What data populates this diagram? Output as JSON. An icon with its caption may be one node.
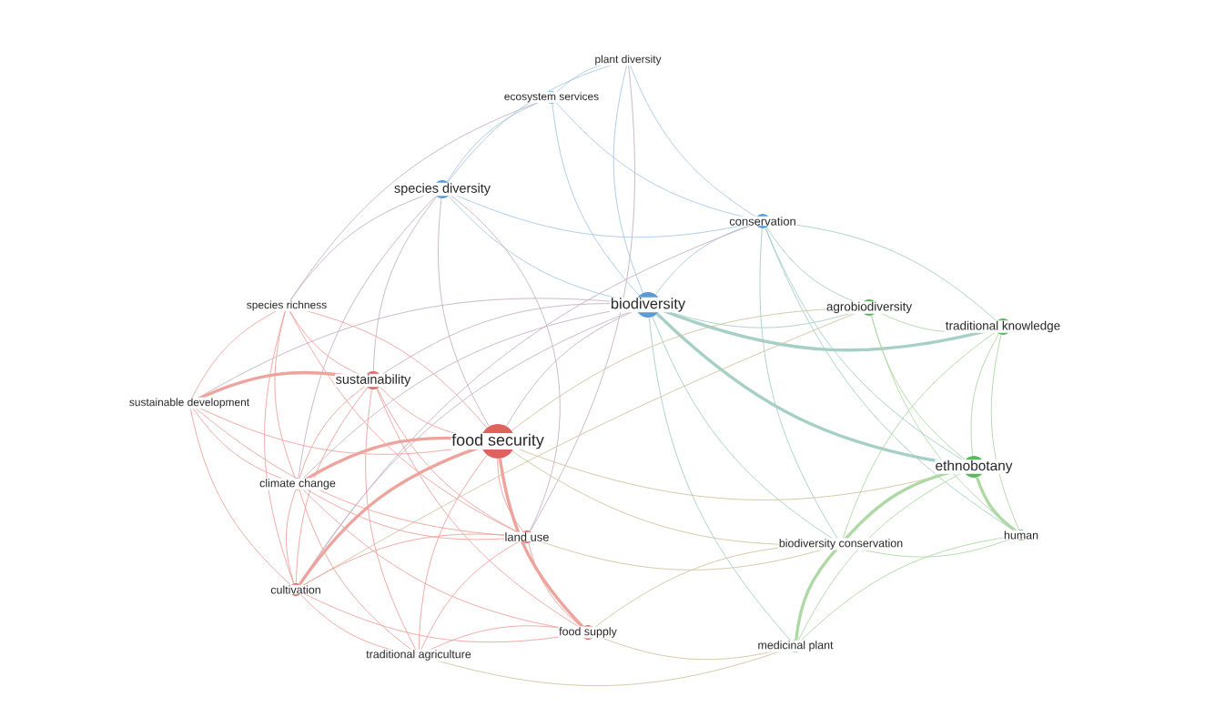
{
  "diagram": {
    "nodes": [
      {
        "text": [
          "plant diversity"
        ]
      },
      {
        "text": [
          "ecosystem services"
        ]
      },
      {
        "text": [
          "species diversity"
        ]
      },
      {
        "text": [
          "conservation"
        ]
      },
      {
        "text": [
          "biodiversity"
        ]
      },
      {
        "text": [
          "species richness"
        ]
      },
      {
        "text": [
          "agrobiodiversity"
        ]
      },
      {
        "text": [
          "traditional knowledge"
        ]
      },
      {
        "text": [
          "sustainability"
        ]
      },
      {
        "text": [
          "sustainable development"
        ]
      },
      {
        "text": [
          "food security"
        ]
      },
      {
        "text": [
          "ethnobotany"
        ]
      },
      {
        "text": [
          "climate change"
        ]
      },
      {
        "text": [
          "land use"
        ]
      },
      {
        "text": [
          "biodiversity conservation"
        ]
      },
      {
        "text": [
          "human"
        ]
      },
      {
        "text": [
          "cultivation"
        ]
      },
      {
        "text": [
          "food supply"
        ]
      },
      {
        "text": [
          "traditional agriculture"
        ]
      },
      {
        "text": [
          "medicinal plant"
        ]
      }
    ],
    "edges": [
      {
        "from": 0,
        "to": 1,
        "arrow": "none",
        "color": "#a8c8e6"
      },
      {
        "from": 0,
        "to": 2,
        "arrow": "none",
        "color": "#a8c8e6"
      },
      {
        "from": 0,
        "to": 3,
        "arrow": "none",
        "color": "#a8c8e6"
      },
      {
        "from": 0,
        "to": 4,
        "arrow": "none",
        "color": "#a8c8e6"
      },
      {
        "from": 0,
        "to": 13,
        "arrow": "none",
        "color": "#c8b2c4"
      },
      {
        "from": 1,
        "to": 2,
        "arrow": "none",
        "color": "#a8c8e6"
      },
      {
        "from": 1,
        "to": 3,
        "arrow": "none",
        "color": "#a8c8e6"
      },
      {
        "from": 1,
        "to": 4,
        "arrow": "none",
        "color": "#a8c8e6"
      },
      {
        "from": 1,
        "to": 5,
        "arrow": "none",
        "color": "#c8b2c4"
      },
      {
        "from": 2,
        "to": 3,
        "arrow": "none",
        "color": "#a8c8e6"
      },
      {
        "from": 2,
        "to": 4,
        "arrow": "none",
        "color": "#a8c8e6"
      },
      {
        "from": 2,
        "to": 5,
        "arrow": "none",
        "color": "#c8b2c4"
      },
      {
        "from": 2,
        "to": 8,
        "arrow": "none",
        "color": "#c8b2c4"
      },
      {
        "from": 2,
        "to": 10,
        "arrow": "none",
        "color": "#c8b2c4"
      },
      {
        "from": 2,
        "to": 12,
        "arrow": "none",
        "color": "#c8b2c4"
      },
      {
        "from": 2,
        "to": 13,
        "arrow": "none",
        "color": "#c8b2c4"
      },
      {
        "from": 3,
        "to": 4,
        "arrow": "none",
        "color": "#a8c8e6"
      },
      {
        "from": 3,
        "to": 6,
        "arrow": "none",
        "color": "#a6cfc6"
      },
      {
        "from": 3,
        "to": 7,
        "arrow": "none",
        "color": "#a6cfc6"
      },
      {
        "from": 3,
        "to": 11,
        "arrow": "none",
        "color": "#a6cfc6"
      },
      {
        "from": 3,
        "to": 14,
        "arrow": "none",
        "color": "#a6cfc6"
      },
      {
        "from": 3,
        "to": 15,
        "arrow": "none",
        "color": "#a6cfc6"
      },
      {
        "from": 3,
        "to": 16,
        "arrow": "none",
        "color": "#c8b2c4"
      },
      {
        "from": 4,
        "to": 6,
        "arrow": "none",
        "color": "#a6cfc6"
      },
      {
        "from": 4,
        "to": 7,
        "arrow": "none",
        "style": "thick",
        "color": "#a6cfc6"
      },
      {
        "from": 4,
        "to": 8,
        "arrow": "none",
        "color": "#c8b2c4"
      },
      {
        "from": 4,
        "to": 9,
        "arrow": "none",
        "color": "#c8b2c4"
      },
      {
        "from": 4,
        "to": 10,
        "arrow": "none",
        "color": "#c8b2c4"
      },
      {
        "from": 4,
        "to": 11,
        "arrow": "none",
        "style": "thick",
        "color": "#a6cfc6"
      },
      {
        "from": 4,
        "to": 12,
        "arrow": "none",
        "color": "#c8b2c4"
      },
      {
        "from": 4,
        "to": 14,
        "arrow": "none",
        "color": "#a6cfc6"
      },
      {
        "from": 4,
        "to": 16,
        "arrow": "none",
        "color": "#c8b2c4"
      },
      {
        "from": 4,
        "to": 19,
        "arrow": "none",
        "color": "#a6cfc6"
      },
      {
        "from": 5,
        "to": 8,
        "arrow": "none",
        "color": "#eea39c"
      },
      {
        "from": 5,
        "to": 9,
        "arrow": "none",
        "color": "#eea39c"
      },
      {
        "from": 5,
        "to": 10,
        "arrow": "none",
        "color": "#eea39c"
      },
      {
        "from": 5,
        "to": 12,
        "arrow": "none",
        "color": "#eea39c"
      },
      {
        "from": 5,
        "to": 13,
        "arrow": "none",
        "color": "#eea39c"
      },
      {
        "from": 5,
        "to": 16,
        "arrow": "none",
        "color": "#eea39c"
      },
      {
        "from": 6,
        "to": 7,
        "arrow": "none",
        "color": "#aed9a4"
      },
      {
        "from": 6,
        "to": 10,
        "arrow": "none",
        "color": "#d2c3a2"
      },
      {
        "from": 6,
        "to": 11,
        "arrow": "none",
        "color": "#aed9a4"
      },
      {
        "from": 6,
        "to": 15,
        "arrow": "none",
        "color": "#aed9a4"
      },
      {
        "from": 6,
        "to": 16,
        "arrow": "none",
        "color": "#d2c3a2"
      },
      {
        "from": 7,
        "to": 11,
        "arrow": "none",
        "color": "#aed9a4"
      },
      {
        "from": 7,
        "to": 14,
        "arrow": "none",
        "color": "#aed9a4"
      },
      {
        "from": 7,
        "to": 15,
        "arrow": "none",
        "color": "#aed9a4"
      },
      {
        "from": 8,
        "to": 9,
        "arrow": "none",
        "style": "thick",
        "color": "#eea39c"
      },
      {
        "from": 8,
        "to": 10,
        "arrow": "none",
        "color": "#eea39c"
      },
      {
        "from": 8,
        "to": 12,
        "arrow": "none",
        "color": "#eea39c"
      },
      {
        "from": 8,
        "to": 13,
        "arrow": "none",
        "color": "#eea39c"
      },
      {
        "from": 8,
        "to": 16,
        "arrow": "none",
        "color": "#eea39c"
      },
      {
        "from": 8,
        "to": 17,
        "arrow": "none",
        "color": "#eea39c"
      },
      {
        "from": 8,
        "to": 18,
        "arrow": "none",
        "color": "#eea39c"
      },
      {
        "from": 9,
        "to": 10,
        "arrow": "none",
        "color": "#eea39c"
      },
      {
        "from": 9,
        "to": 12,
        "arrow": "none",
        "color": "#eea39c"
      },
      {
        "from": 9,
        "to": 13,
        "arrow": "none",
        "color": "#eea39c"
      },
      {
        "from": 9,
        "to": 16,
        "arrow": "none",
        "color": "#eea39c"
      },
      {
        "from": 10,
        "to": 11,
        "arrow": "none",
        "color": "#d2c3a2"
      },
      {
        "from": 10,
        "to": 12,
        "arrow": "none",
        "style": "thick",
        "color": "#eea39c"
      },
      {
        "from": 10,
        "to": 13,
        "arrow": "none",
        "color": "#eea39c"
      },
      {
        "from": 10,
        "to": 14,
        "arrow": "none",
        "color": "#d2c3a2"
      },
      {
        "from": 10,
        "to": 16,
        "arrow": "none",
        "style": "thick",
        "color": "#eea39c"
      },
      {
        "from": 10,
        "to": 17,
        "arrow": "none",
        "style": "thick",
        "color": "#eea39c"
      },
      {
        "from": 10,
        "to": 18,
        "arrow": "none",
        "color": "#eea39c"
      },
      {
        "from": 11,
        "to": 14,
        "arrow": "none",
        "style": "thick",
        "color": "#aed9a4"
      },
      {
        "from": 11,
        "to": 15,
        "arrow": "none",
        "style": "thick",
        "color": "#aed9a4"
      },
      {
        "from": 11,
        "to": 19,
        "arrow": "none",
        "color": "#aed9a4"
      },
      {
        "from": 12,
        "to": 13,
        "arrow": "none",
        "color": "#eea39c"
      },
      {
        "from": 12,
        "to": 16,
        "arrow": "none",
        "color": "#eea39c"
      },
      {
        "from": 12,
        "to": 17,
        "arrow": "none",
        "color": "#eea39c"
      },
      {
        "from": 12,
        "to": 18,
        "arrow": "none",
        "color": "#eea39c"
      },
      {
        "from": 13,
        "to": 14,
        "arrow": "none",
        "color": "#d2c3a2"
      },
      {
        "from": 13,
        "to": 16,
        "arrow": "none",
        "color": "#eea39c"
      },
      {
        "from": 13,
        "to": 17,
        "arrow": "none",
        "color": "#eea39c"
      },
      {
        "from": 13,
        "to": 18,
        "arrow": "none",
        "color": "#eea39c"
      },
      {
        "from": 14,
        "to": 15,
        "arrow": "none",
        "color": "#aed9a4"
      },
      {
        "from": 14,
        "to": 17,
        "arrow": "none",
        "color": "#d2c3a2"
      },
      {
        "from": 14,
        "to": 19,
        "arrow": "none",
        "style": "thick",
        "color": "#aed9a4"
      },
      {
        "from": 15,
        "to": 19,
        "arrow": "none",
        "color": "#aed9a4"
      },
      {
        "from": 16,
        "to": 17,
        "arrow": "none",
        "color": "#eea39c"
      },
      {
        "from": 16,
        "to": 18,
        "arrow": "none",
        "color": "#eea39c"
      },
      {
        "from": 17,
        "to": 18,
        "arrow": "none",
        "color": "#eea39c"
      },
      {
        "from": 17,
        "to": 19,
        "arrow": "none",
        "color": "#d2c3a2"
      },
      {
        "from": 18,
        "to": 19,
        "arrow": "none",
        "color": "#d2c3a2"
      }
    ]
  }
}
